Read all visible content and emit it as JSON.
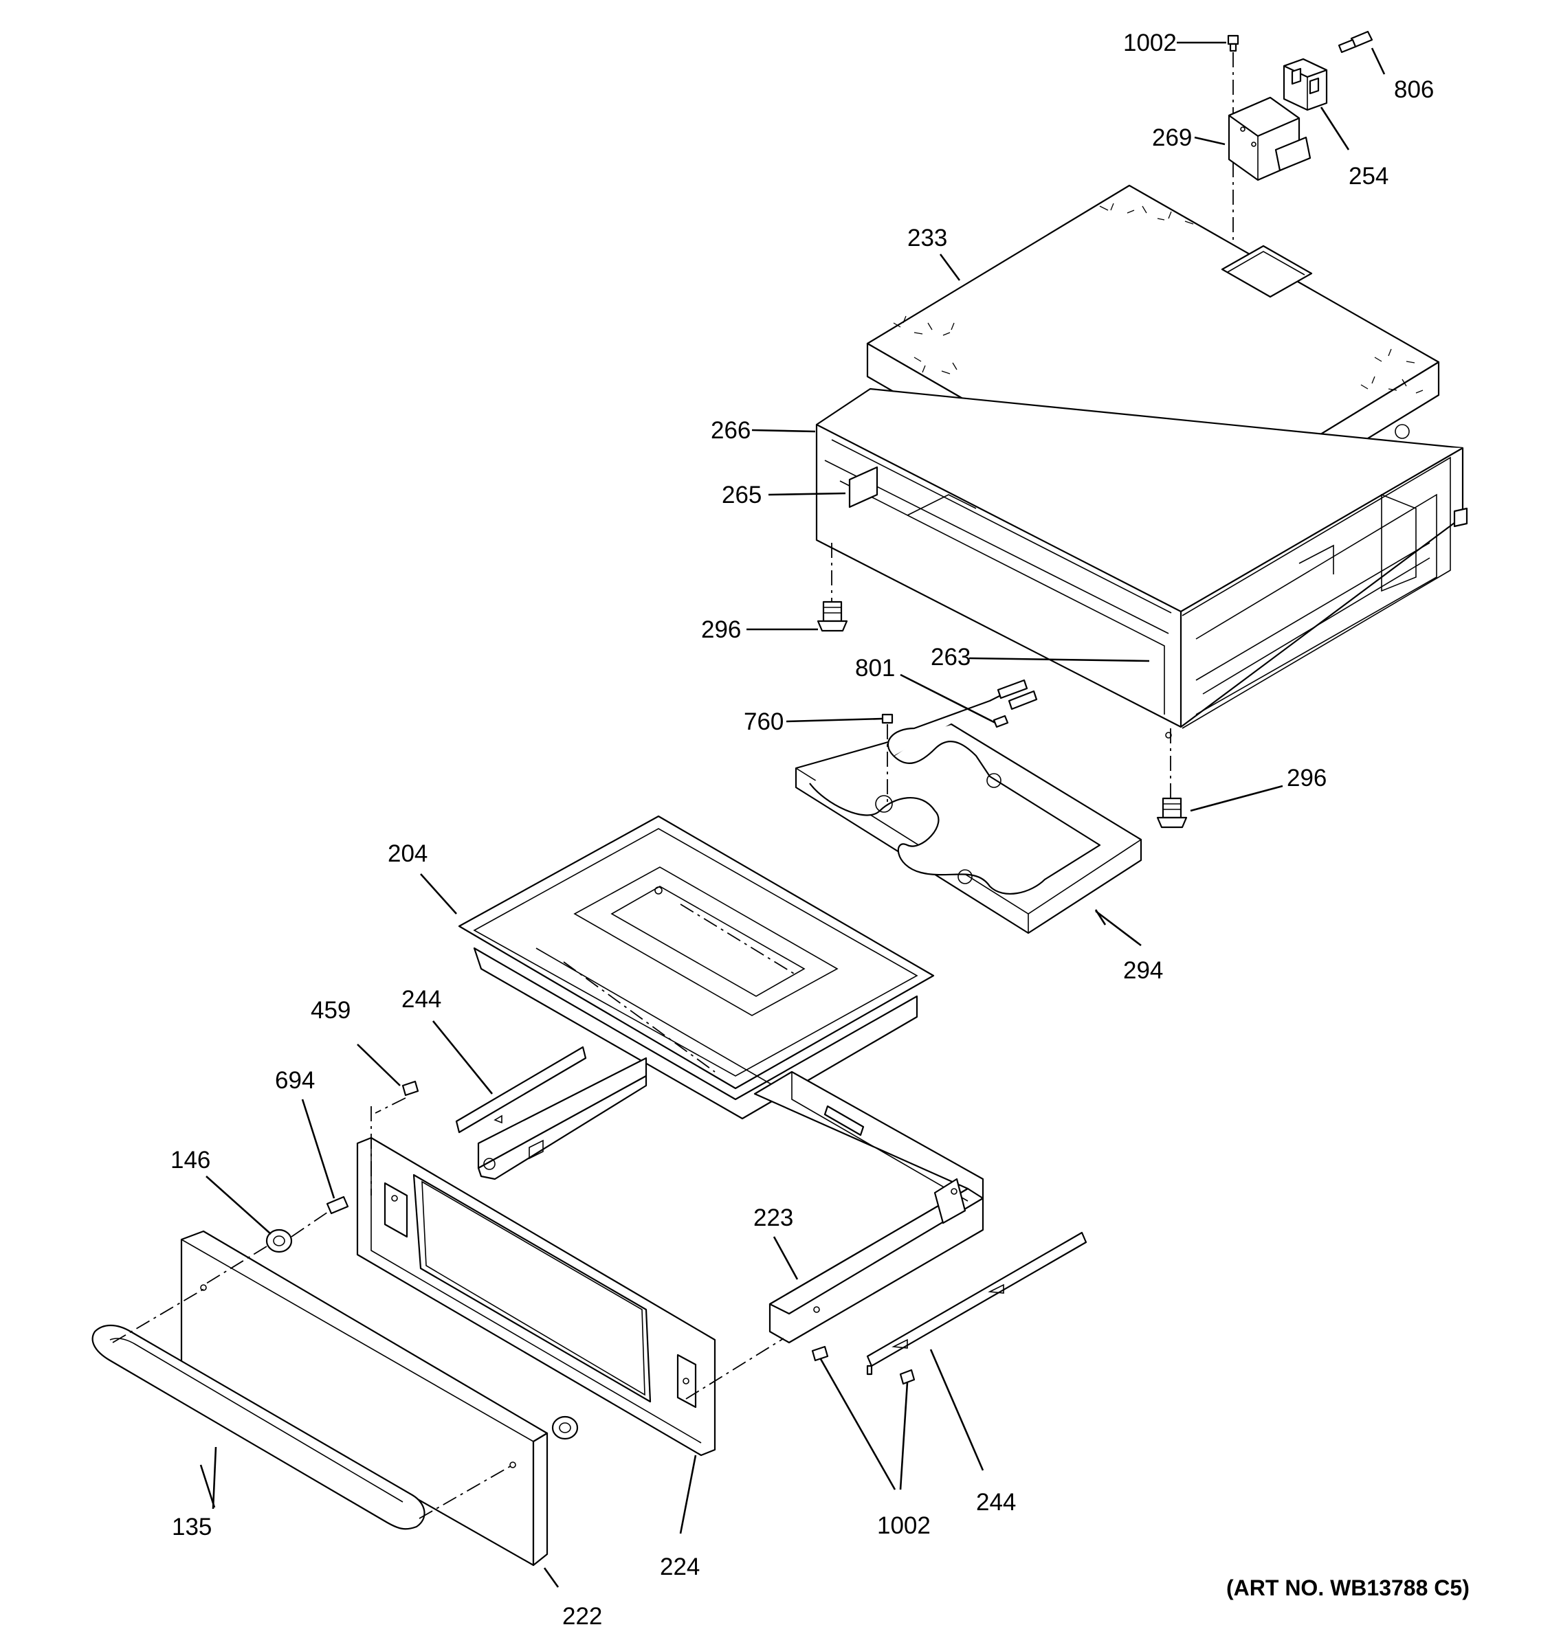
{
  "diagram": {
    "callouts": {
      "c1002_top": "1002",
      "c806": "806",
      "c269": "269",
      "c254": "254",
      "c233": "233",
      "c266": "266",
      "c265": "265",
      "c296_left": "296",
      "c263": "263",
      "c801": "801",
      "c760": "760",
      "c296_right": "296",
      "c204": "204",
      "c294": "294",
      "c459": "459",
      "c244_left": "244",
      "c694": "694",
      "c146": "146",
      "c223": "223",
      "c135": "135",
      "c224": "224",
      "c1002_bottom": "1002",
      "c244_right": "244",
      "c222": "222"
    },
    "art_number": "(ART NO. WB13788 C5)"
  }
}
